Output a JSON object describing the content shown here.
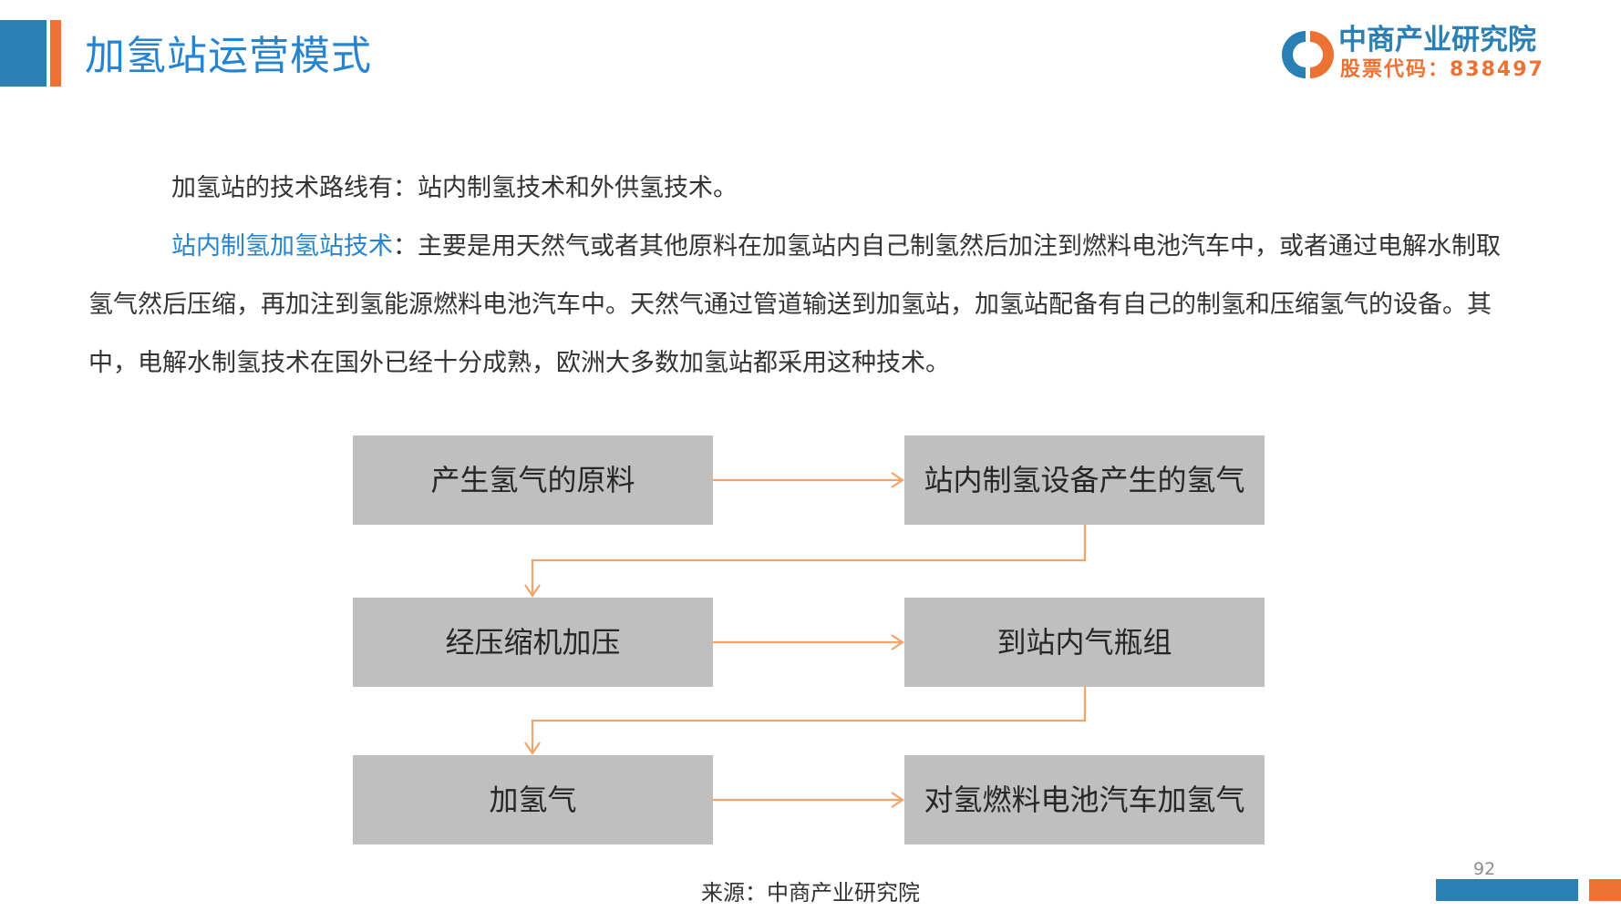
{
  "header": {
    "title": "加氢站运营模式",
    "accent_colors": {
      "blue": "#2a7fb4",
      "orange": "#ec7234",
      "title_blue": "#2683d0"
    }
  },
  "logo": {
    "icon": "ci-logo-icon",
    "name": "中商产业研究院",
    "stock_code": "股票代码：838497"
  },
  "body": {
    "paragraph1": "加氢站的技术路线有：站内制氢技术和外供氢技术。",
    "paragraph2_highlight": "站内制氢加氢站技术",
    "paragraph2_text": "：主要是用天然气或者其他原料在加氢站内自己制氢然后加注到燃料电池汽车中，或者通过电解水制取氢气然后压缩，再加注到氢能源燃料电池汽车中。天然气通过管道输送到加氢站，加氢站配备有自己的制氢和压缩氢气的设备。其中，电解水制氢技术在国外已经十分成熟，欧洲大多数加氢站都采用这种技术。"
  },
  "flowchart": {
    "box_color": "#bfbfbf",
    "arrow_color": "#f4a46a",
    "steps": [
      {
        "label": "产生氢气的原料"
      },
      {
        "label": "站内制氢设备产生的氢气"
      },
      {
        "label": "经压缩机加压"
      },
      {
        "label": "到站内气瓶组"
      },
      {
        "label": "加氢气"
      },
      {
        "label": "对氢燃料电池汽车加氢气"
      }
    ]
  },
  "footer": {
    "source": "来源：中商产业研究院",
    "page_number": "92"
  }
}
